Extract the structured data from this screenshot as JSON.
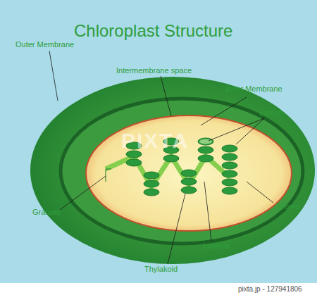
{
  "diagram": {
    "title": "Chloroplast Structure",
    "labels": [
      "Outer Membrane",
      "Intermembrane space",
      "Inner Membrane",
      "Lumen",
      "Stroma",
      "Granum",
      "Lamella",
      "Thylakoid",
      "PIXTA",
      "pixta.jp - 127941806"
    ]
  }
}
